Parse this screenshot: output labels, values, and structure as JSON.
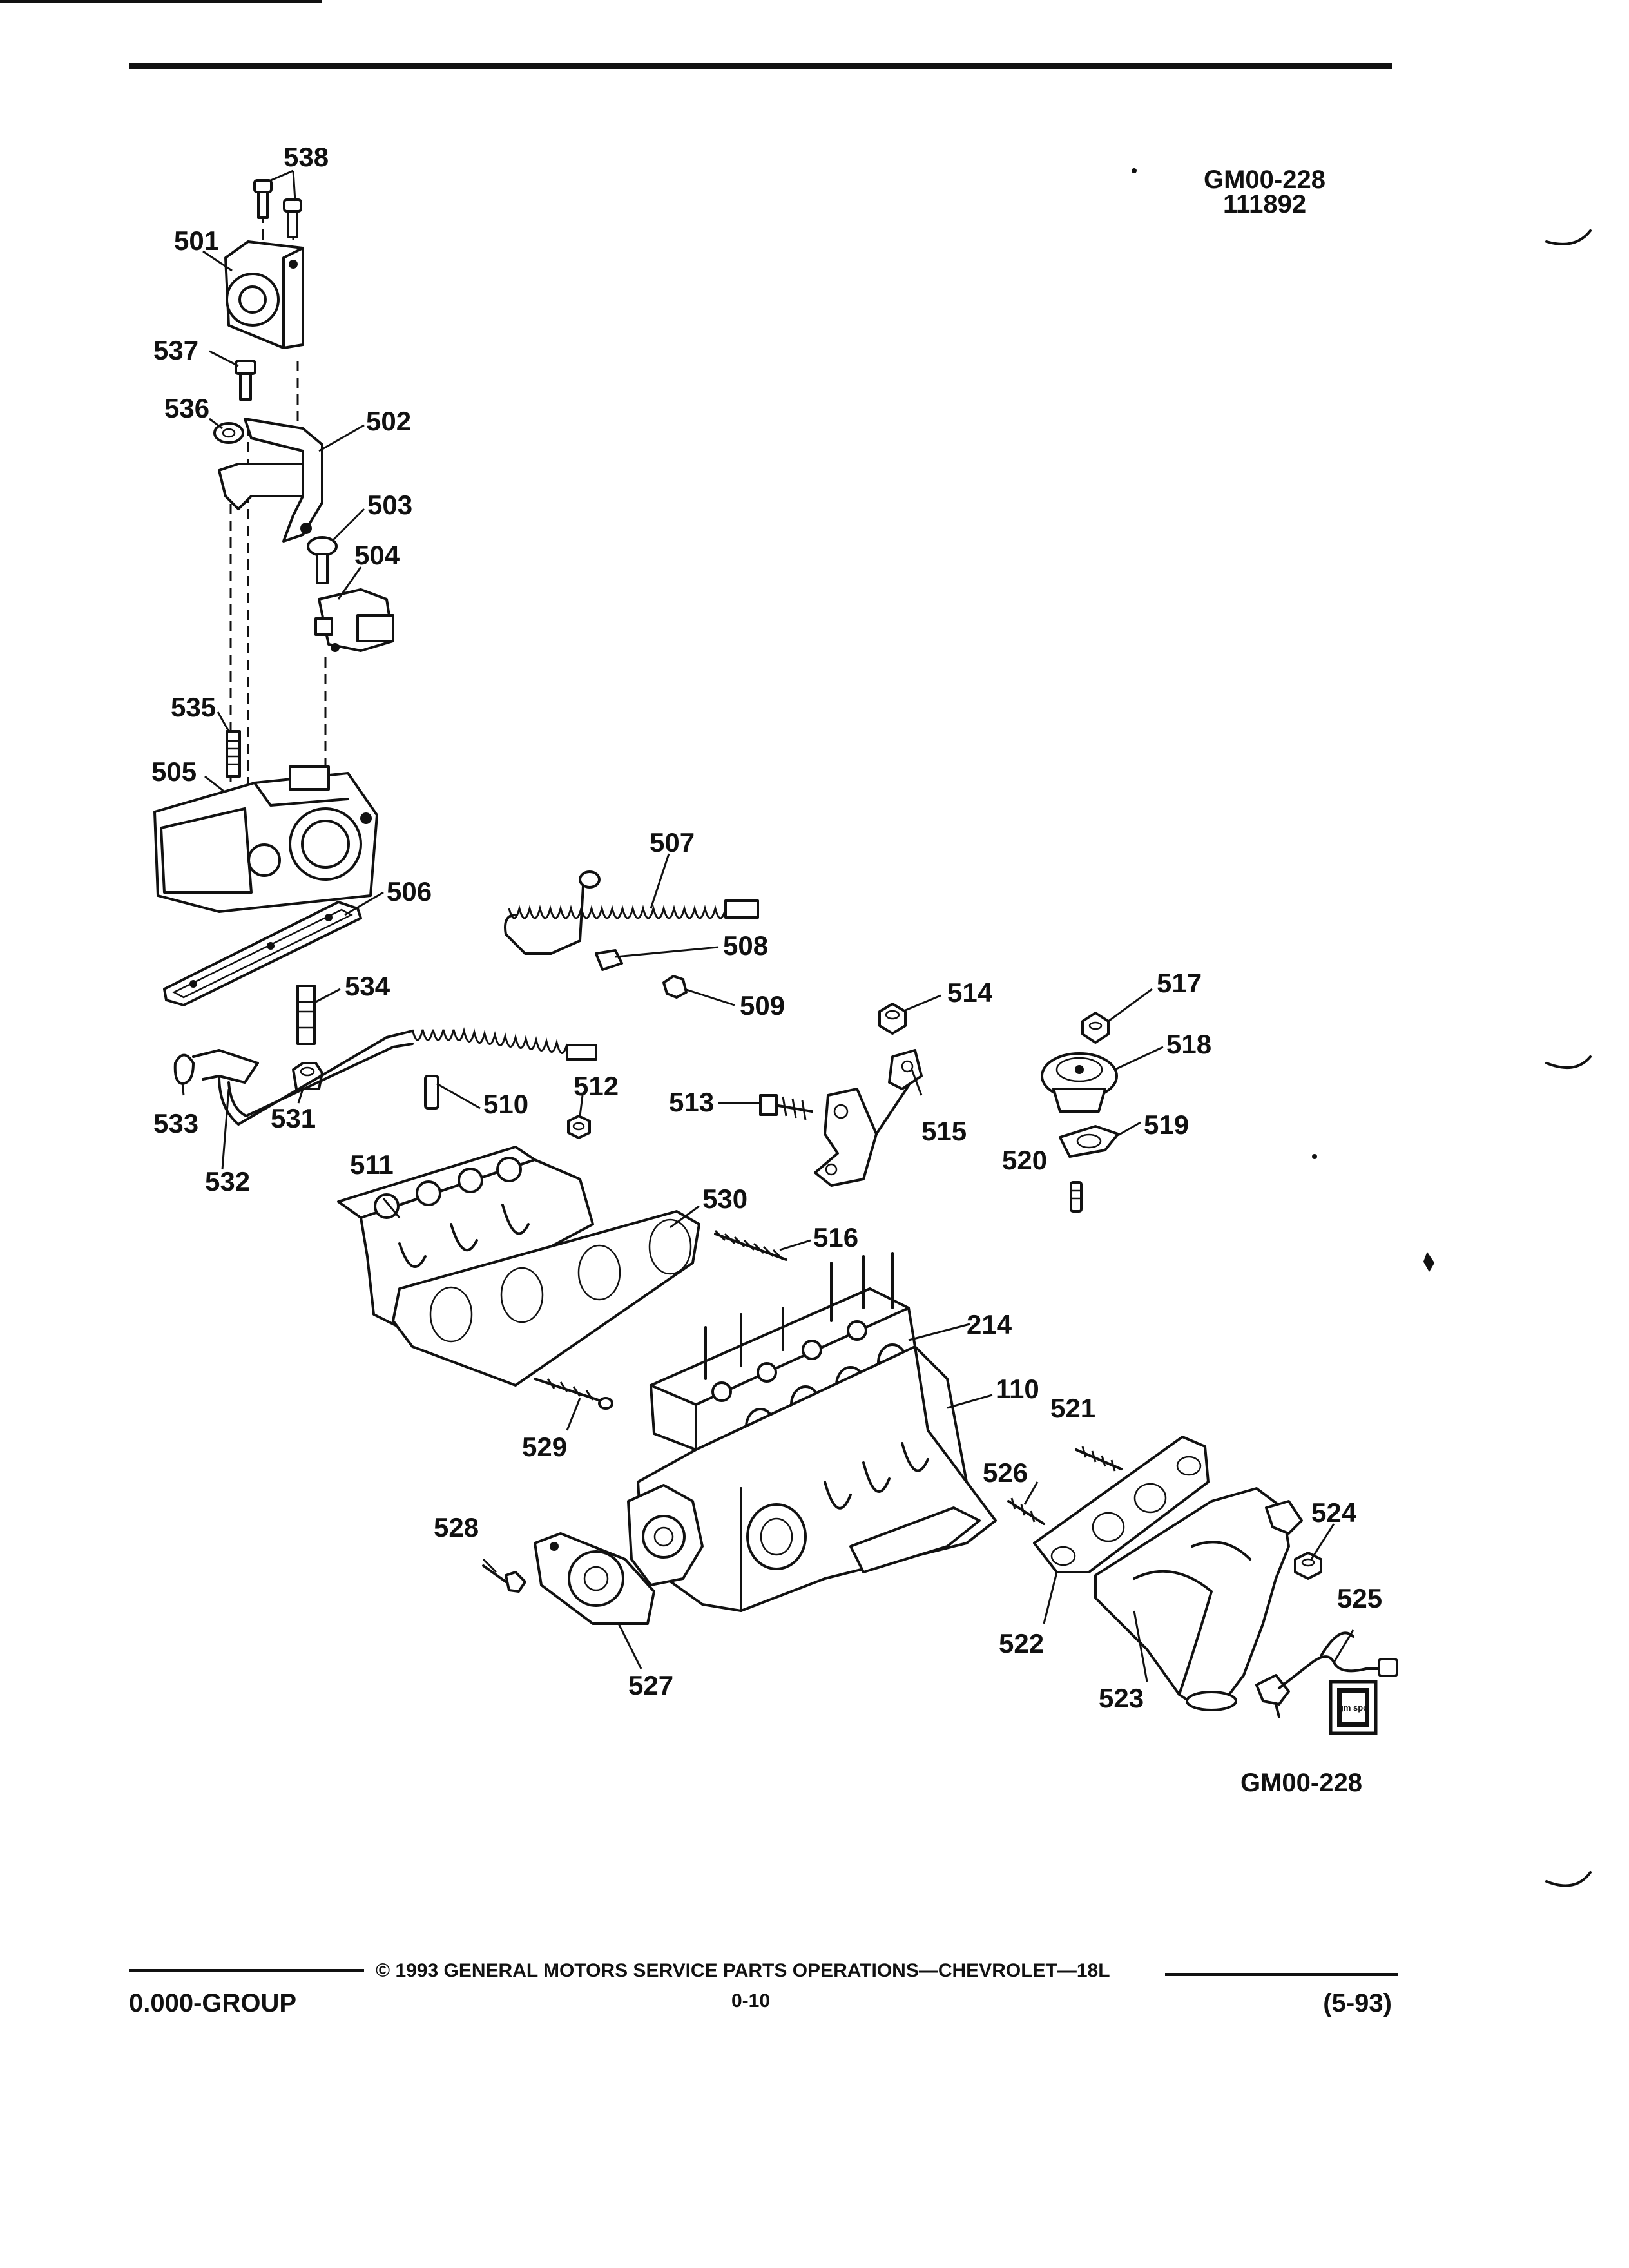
{
  "header": {
    "figure_code": "GM00-228",
    "figure_date": "111892"
  },
  "figure": {
    "caption_code": "GM00-228",
    "logo_text": "gm spo",
    "callouts": [
      {
        "id": "c538",
        "text": "538"
      },
      {
        "id": "c501",
        "text": "501"
      },
      {
        "id": "c537",
        "text": "537"
      },
      {
        "id": "c536",
        "text": "536"
      },
      {
        "id": "c502",
        "text": "502"
      },
      {
        "id": "c503",
        "text": "503"
      },
      {
        "id": "c504",
        "text": "504"
      },
      {
        "id": "c535",
        "text": "535"
      },
      {
        "id": "c505",
        "text": "505"
      },
      {
        "id": "c506",
        "text": "506"
      },
      {
        "id": "c507",
        "text": "507"
      },
      {
        "id": "c508",
        "text": "508"
      },
      {
        "id": "c509",
        "text": "509"
      },
      {
        "id": "c534",
        "text": "534"
      },
      {
        "id": "c533",
        "text": "533"
      },
      {
        "id": "c532",
        "text": "532"
      },
      {
        "id": "c531",
        "text": "531"
      },
      {
        "id": "c510",
        "text": "510"
      },
      {
        "id": "c512",
        "text": "512"
      },
      {
        "id": "c511",
        "text": "511"
      },
      {
        "id": "c513",
        "text": "513"
      },
      {
        "id": "c514",
        "text": "514"
      },
      {
        "id": "c515",
        "text": "515"
      },
      {
        "id": "c517",
        "text": "517"
      },
      {
        "id": "c518",
        "text": "518"
      },
      {
        "id": "c519",
        "text": "519"
      },
      {
        "id": "c520",
        "text": "520"
      },
      {
        "id": "c530",
        "text": "530"
      },
      {
        "id": "c516",
        "text": "516"
      },
      {
        "id": "c214",
        "text": "214"
      },
      {
        "id": "c110",
        "text": "110"
      },
      {
        "id": "c521",
        "text": "521"
      },
      {
        "id": "c529",
        "text": "529"
      },
      {
        "id": "c526",
        "text": "526"
      },
      {
        "id": "c524",
        "text": "524"
      },
      {
        "id": "c528",
        "text": "528"
      },
      {
        "id": "c525",
        "text": "525"
      },
      {
        "id": "c522",
        "text": "522"
      },
      {
        "id": "c527",
        "text": "527"
      },
      {
        "id": "c523",
        "text": "523"
      }
    ]
  },
  "footer": {
    "copyright": "© 1993 GENERAL MOTORS SERVICE PARTS OPERATIONS—CHEVROLET—18L",
    "group": "0.000-GROUP",
    "page_number": "0-10",
    "revision": "(5-93)"
  }
}
